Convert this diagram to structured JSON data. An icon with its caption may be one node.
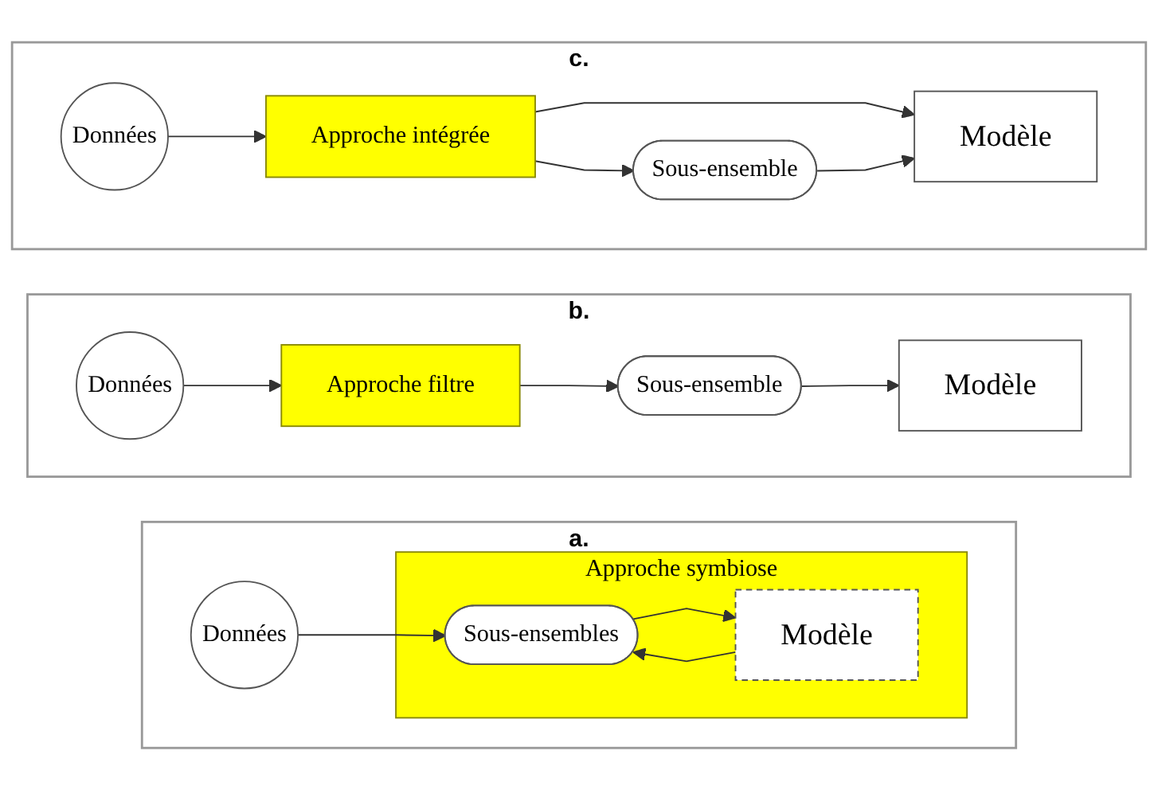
{
  "diagram": {
    "nodes": [
      {
        "text": [
          "a."
        ]
      },
      {
        "text": [
          "Données"
        ],
        "in": 0
      },
      {
        "text": [
          "Approche symbiose"
        ],
        "in": 0
      },
      {
        "text": [
          "Sous-ensembles"
        ],
        "in": 2
      },
      {
        "text": [
          "Modèle"
        ],
        "in": 2
      },
      {
        "text": [
          "b."
        ]
      },
      {
        "text": [
          "Données"
        ],
        "in": 5
      },
      {
        "text": [
          "Approche filtre"
        ],
        "in": 5
      },
      {
        "text": [
          "Sous-ensemble"
        ],
        "in": 5
      },
      {
        "text": [
          "Modèle"
        ],
        "in": 5
      },
      {
        "text": [
          "c."
        ]
      },
      {
        "text": [
          "Données"
        ],
        "in": 10
      },
      {
        "text": [
          "Approche intégrée"
        ],
        "in": 10
      },
      {
        "text": [
          "Sous-ensemble"
        ],
        "in": 10
      },
      {
        "text": [
          "Modèle"
        ],
        "in": 10
      }
    ],
    "edges": [
      {
        "from": 1,
        "to": 3,
        "arrow": "to"
      },
      {
        "from": 3,
        "to": 4,
        "arrow": "to"
      },
      {
        "from": 4,
        "to": 3,
        "arrow": "to"
      },
      {
        "from": 6,
        "to": 7,
        "arrow": "to"
      },
      {
        "from": 7,
        "to": 8,
        "arrow": "to"
      },
      {
        "from": 8,
        "to": 9,
        "arrow": "to"
      },
      {
        "from": 11,
        "to": 12,
        "arrow": "to"
      },
      {
        "from": 12,
        "to": 13,
        "arrow": "to"
      },
      {
        "from": 12,
        "to": 14,
        "arrow": "to"
      },
      {
        "from": 13,
        "to": 14,
        "arrow": "to"
      }
    ]
  }
}
